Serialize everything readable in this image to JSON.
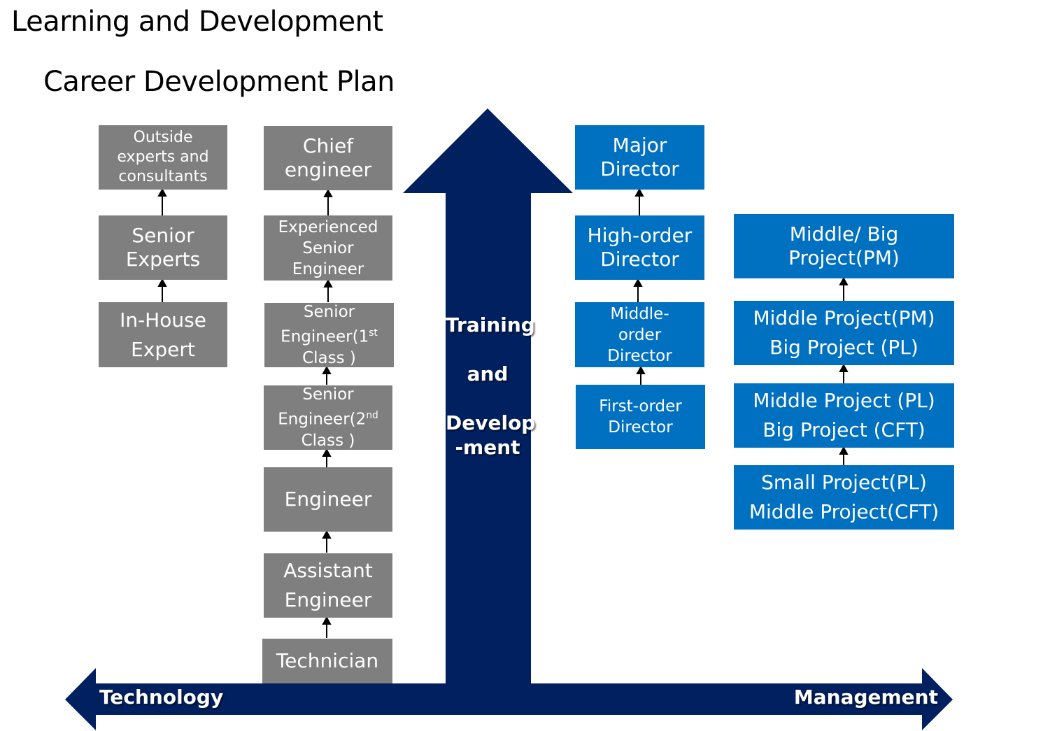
{
  "header": {
    "title": "Learning and Development",
    "subtitle": "Career Development Plan"
  },
  "axis": {
    "left_label": "Technology",
    "right_label": "Management",
    "vertical_label": [
      "Training",
      "and",
      "Develop",
      "-ment"
    ]
  },
  "technology_expert_track": [
    [
      "Outside",
      "experts and",
      "consultants"
    ],
    [
      "Senior",
      "Experts"
    ],
    [
      "In-House",
      "Expert"
    ]
  ],
  "technology_engineer_track": [
    [
      "Chief",
      "engineer"
    ],
    [
      "Experienced",
      "Senior",
      "Engineer"
    ],
    [
      "Senior",
      "Engineer(1st",
      "Class )"
    ],
    [
      "Senior",
      "Engineer(2nd",
      "Class )"
    ],
    [
      "Engineer"
    ],
    [
      "Assistant",
      "Engineer"
    ],
    [
      "Technician"
    ]
  ],
  "management_director_track": [
    [
      "Major",
      "Director"
    ],
    [
      "High-order",
      "Director"
    ],
    [
      "Middle-",
      "order",
      "Director"
    ],
    [
      "First-order",
      "Director"
    ]
  ],
  "management_project_track": [
    [
      "Middle/ Big",
      "Project(PM)"
    ],
    [
      "Middle Project(PM)",
      "Big Project (PL)"
    ],
    [
      "Middle Project (PL)",
      "Big Project (CFT)"
    ],
    [
      "Small Project(PL)",
      "Middle Project(CFT)"
    ]
  ],
  "colors": {
    "gray_box": "#7f7f7f",
    "blue_box": "#0070c0",
    "arrow_navy": "#002060"
  }
}
